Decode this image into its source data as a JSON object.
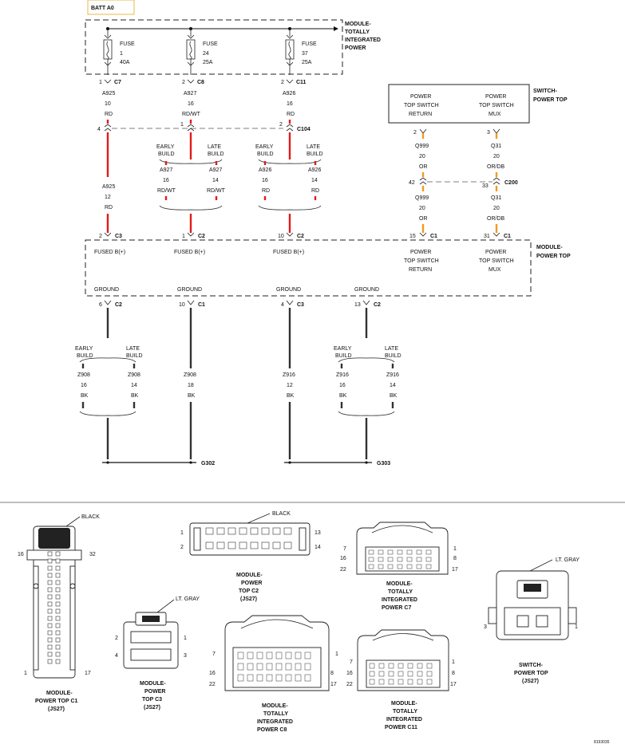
{
  "title_tab": "BATT A0",
  "tia_module": {
    "line1": "MODULE-",
    "line2": "TOTALLY",
    "line3": "INTEGRATED",
    "line4": "POWER"
  },
  "fuses": [
    {
      "label": "FUSE",
      "number": "1",
      "rating": "40A",
      "pin": "1",
      "connector": "C7",
      "circuit": "A925",
      "gauge": "10",
      "color": "RD"
    },
    {
      "label": "FUSE",
      "number": "24",
      "rating": "25A",
      "pin": "2",
      "connector": "C8",
      "circuit": "A927",
      "gauge": "16",
      "color": "RD/WT"
    },
    {
      "label": "FUSE",
      "number": "37",
      "rating": "25A",
      "pin": "2",
      "connector": "C11",
      "circuit": "A926",
      "gauge": "16",
      "color": "RD"
    }
  ],
  "inline_c104": {
    "connector": "C104",
    "pins": [
      "4",
      "1",
      "2"
    ]
  },
  "builds": {
    "early": [
      "EARLY",
      "BUILD"
    ],
    "late": [
      "LATE",
      "BUILD"
    ]
  },
  "splice_a927": {
    "early": {
      "circuit": "A927",
      "gauge": "16",
      "color": "RD/WT"
    },
    "late": {
      "circuit": "A927",
      "gauge": "14",
      "color": "RD/WT"
    }
  },
  "splice_a926": {
    "early": {
      "circuit": "A926",
      "gauge": "16",
      "color": "RD"
    },
    "late": {
      "circuit": "A926",
      "gauge": "14",
      "color": "RD"
    }
  },
  "wire_a925_lower": {
    "circuit": "A925",
    "gauge": "12",
    "color": "RD"
  },
  "switch_module": {
    "line1": "SWITCH-",
    "line2": "POWER TOP",
    "left": [
      "POWER",
      "TOP SWITCH",
      "RETURN"
    ],
    "right": [
      "POWER",
      "TOP SWITCH",
      "MUX"
    ]
  },
  "switch_pins": [
    "2",
    "3"
  ],
  "wire_q999_upper": {
    "circuit": "Q999",
    "gauge": "20",
    "color": "OR"
  },
  "wire_q31_upper": {
    "circuit": "Q31",
    "gauge": "20",
    "color": "OR/DB"
  },
  "inline_c200": {
    "connector": "C200",
    "pins": [
      "42",
      "33"
    ]
  },
  "wire_q999_lower": {
    "circuit": "Q999",
    "gauge": "20",
    "color": "OR"
  },
  "wire_q31_lower": {
    "circuit": "Q31",
    "gauge": "20",
    "color": "OR/DB"
  },
  "pt_module": {
    "line1": "MODULE-",
    "line2": "POWER TOP"
  },
  "pt_inputs": [
    {
      "pin": "2",
      "connector": "C3",
      "label": "FUSED B(+)"
    },
    {
      "pin": "1",
      "connector": "C2",
      "label": "FUSED B(+)"
    },
    {
      "pin": "10",
      "connector": "C2",
      "label": "FUSED B(+)"
    },
    {
      "pin": "15",
      "connector": "C1",
      "label": [
        "POWER",
        "TOP SWITCH",
        "RETURN"
      ]
    },
    {
      "pin": "31",
      "connector": "C1",
      "label": [
        "POWER",
        "TOP SWITCH",
        "MUX"
      ]
    }
  ],
  "grounds": [
    {
      "label": "GROUND",
      "pin": "6",
      "connector": "C2"
    },
    {
      "label": "GROUND",
      "pin": "10",
      "connector": "C1"
    },
    {
      "label": "GROUND",
      "pin": "4",
      "connector": "C3"
    },
    {
      "label": "GROUND",
      "pin": "13",
      "connector": "C2"
    }
  ],
  "ground_wires": [
    {
      "circuit": "Z908",
      "gauge": "16",
      "color": "BK"
    },
    {
      "circuit": "Z908",
      "gauge": "14",
      "color": "BK"
    },
    {
      "circuit": "Z908",
      "gauge": "18",
      "color": "BK"
    },
    {
      "circuit": "Z916",
      "gauge": "12",
      "color": "BK"
    },
    {
      "circuit": "Z916",
      "gauge": "16",
      "color": "BK"
    },
    {
      "circuit": "Z916",
      "gauge": "14",
      "color": "BK"
    }
  ],
  "ground_points": [
    "G302",
    "G303"
  ],
  "connector_views": {
    "pt_c1": {
      "color": "BLACK",
      "pins": [
        "16",
        "32",
        "1",
        "17"
      ],
      "name": [
        "MODULE-",
        "POWER TOP C1",
        "(JS27)"
      ]
    },
    "pt_c2": {
      "color": "BLACK",
      "pins": [
        "1",
        "13",
        "2",
        "14"
      ],
      "name": [
        "MODULE-",
        "POWER",
        "TOP C2",
        "(JS27)"
      ]
    },
    "pt_c3": {
      "color": "LT. GRAY",
      "pins": [
        "2",
        "1",
        "4",
        "3"
      ],
      "name": [
        "MODULE-",
        "POWER",
        "TOP C3",
        "(JS27)"
      ]
    },
    "tip_c7": {
      "pins": [
        "7",
        "1",
        "16",
        "8",
        "22",
        "17"
      ],
      "name": [
        "MODULE-",
        "TOTALLY",
        "INTEGRATED",
        "POWER C7"
      ]
    },
    "tip_c8": {
      "pins": [
        "7",
        "1",
        "16",
        "8",
        "22",
        "17"
      ],
      "name": [
        "MODULE-",
        "TOTALLY",
        "INTEGRATED",
        "POWER C8"
      ]
    },
    "tip_c11": {
      "pins": [
        "7",
        "1",
        "16",
        "8",
        "22",
        "17"
      ],
      "name": [
        "MODULE-",
        "TOTALLY",
        "INTEGRATED",
        "POWER C11"
      ]
    },
    "sw": {
      "color": "LT. GRAY",
      "pins": [
        "3",
        "1"
      ],
      "name": [
        "SWITCH-",
        "POWER TOP",
        "(JS27)"
      ]
    }
  },
  "doc_id": "8193035"
}
